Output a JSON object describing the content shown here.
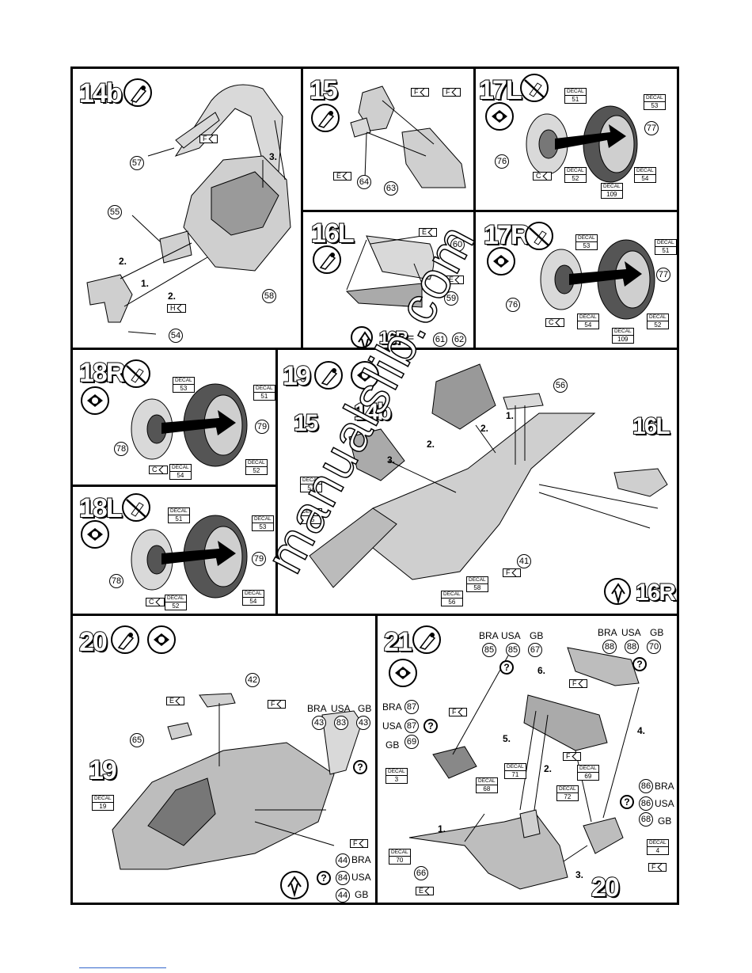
{
  "steps": {
    "s14b": {
      "label": "14b",
      "parts": [
        "57",
        "55",
        "58",
        "54"
      ],
      "flags": [
        "F",
        "H"
      ],
      "arrows": [
        "3.",
        "2.",
        "1.",
        "2."
      ]
    },
    "s15": {
      "label": "15",
      "parts": [
        "64",
        "63"
      ],
      "flags": [
        "F",
        "F",
        "E"
      ]
    },
    "s16L": {
      "label": "16L",
      "parts": [
        "60",
        "59",
        "61",
        "62"
      ],
      "flags": [
        "E",
        "E"
      ],
      "mirror": "16R"
    },
    "s17L": {
      "label": "17L",
      "parts": [
        "77",
        "76"
      ],
      "decals": [
        "51",
        "53",
        "52",
        "109",
        "54"
      ],
      "flags": [
        "C"
      ]
    },
    "s17R": {
      "label": "17R",
      "parts": [
        "77",
        "76"
      ],
      "decals": [
        "53",
        "51",
        "54",
        "109",
        "52"
      ],
      "flags": [
        "C"
      ]
    },
    "s18R": {
      "label": "18R",
      "parts": [
        "79",
        "78"
      ],
      "decals": [
        "53",
        "51",
        "54",
        "52"
      ],
      "flags": [
        "C"
      ]
    },
    "s18L": {
      "label": "18L",
      "parts": [
        "79",
        "78"
      ],
      "decals": [
        "51",
        "53",
        "52",
        "54"
      ],
      "flags": [
        "C"
      ]
    },
    "s19": {
      "label": "19",
      "sub": [
        "14b",
        "15",
        "16L"
      ],
      "parts": [
        "56",
        "41"
      ],
      "decals": [
        "57",
        "55",
        "58",
        "56"
      ],
      "flags": [
        "F"
      ],
      "arrows": [
        "1.",
        "2.",
        "2.",
        "3."
      ],
      "mirror": "16R"
    },
    "s20": {
      "label": "20",
      "sub": "19",
      "parts": [
        "42",
        "65",
        "43",
        "83",
        "43",
        "44",
        "84",
        "44"
      ],
      "decals": [
        "19"
      ],
      "flags": [
        "E",
        "F",
        "F"
      ],
      "countries": [
        "BRA",
        "USA",
        "GB"
      ]
    },
    "s21": {
      "label": "21",
      "sub": "20",
      "parts": [
        "85",
        "85",
        "67",
        "88",
        "88",
        "70",
        "87",
        "87",
        "69",
        "86",
        "86",
        "68",
        "66"
      ],
      "decals": [
        "3",
        "68",
        "71",
        "69",
        "72",
        "70",
        "4"
      ],
      "flags": [
        "F",
        "F",
        "F",
        "E",
        "F"
      ],
      "countries": [
        "BRA",
        "USA",
        "GB"
      ],
      "arrows": [
        "6.",
        "5.",
        "2.",
        "4.",
        "1.",
        "3."
      ]
    }
  },
  "decal_label": "DECAL",
  "question_mark": "?",
  "watermark": "manualslib.com"
}
